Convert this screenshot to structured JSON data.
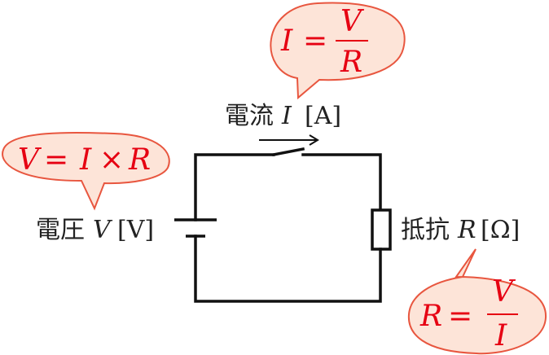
{
  "circuit": {
    "current_label": {
      "name": "電流",
      "symbol": "I",
      "unit": "[A]"
    },
    "voltage_label": {
      "name": "電圧",
      "symbol": "V",
      "unit": "[V]"
    },
    "resistance_label": {
      "name": "抵抗",
      "symbol": "R",
      "unit": "[Ω]"
    }
  },
  "formulas": {
    "current": {
      "lhs": "I",
      "eq": "=",
      "numerator": "V",
      "denominator": "R"
    },
    "voltage": {
      "lhs": "V",
      "eq": "=",
      "a": "I",
      "op": "×",
      "b": "R"
    },
    "resistance": {
      "lhs": "R",
      "eq": "=",
      "numerator": "V",
      "denominator": "I"
    }
  },
  "colors": {
    "bubble_fill": "#fde4d8",
    "bubble_stroke": "#e8563f",
    "formula_text": "#e60012",
    "wire": "#111111"
  }
}
